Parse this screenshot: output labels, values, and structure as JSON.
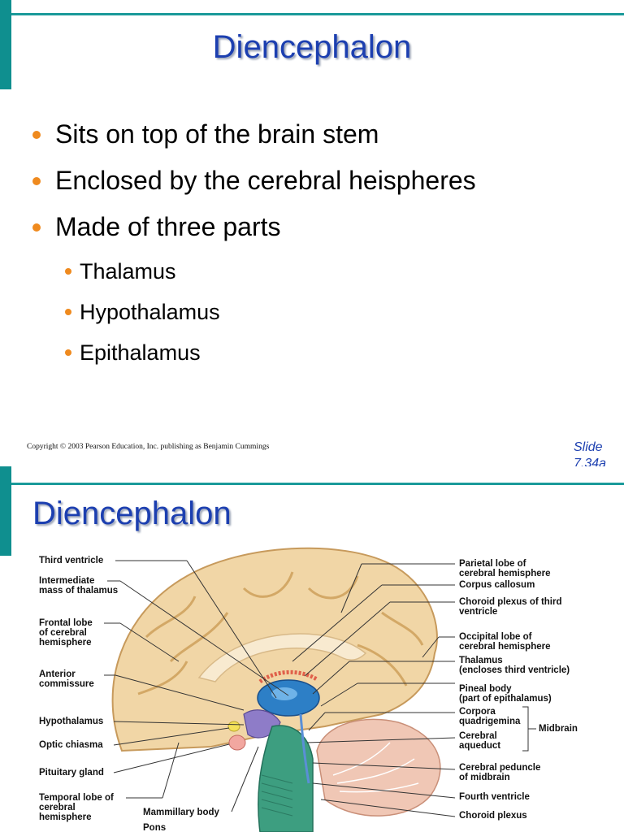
{
  "slide1": {
    "title": "Diencephalon",
    "bullets": [
      "Sits on top of the brain stem",
      "Enclosed by the cerebral heispheres",
      "Made of three parts"
    ],
    "sub_bullets": [
      "Thalamus",
      "Hypothalamus",
      "Epithalamus"
    ],
    "copyright": "Copyright © 2003 Pearson Education, Inc. publishing as Benjamin Cummings",
    "slide_number_line1": "Slide",
    "slide_number_line2": "7.34a"
  },
  "slide2": {
    "title": "Diencephalon",
    "labels_left": {
      "third_ventricle": "Third ventricle",
      "intermediate_mass_1": "Intermediate",
      "intermediate_mass_2": "mass of thalamus",
      "frontal_lobe_1": "Frontal lobe",
      "frontal_lobe_2": "of cerebral",
      "frontal_lobe_3": "hemisphere",
      "anterior_commissure_1": "Anterior",
      "anterior_commissure_2": "commissure",
      "hypothalamus": "Hypothalamus",
      "optic_chiasma": "Optic chiasma",
      "pituitary_gland": "Pituitary gland",
      "temporal_lobe_1": "Temporal lobe of",
      "temporal_lobe_2": "cerebral",
      "temporal_lobe_3": "hemisphere",
      "mammillary_body": "Mammillary body",
      "pons": "Pons"
    },
    "labels_right": {
      "parietal_lobe_1": "Parietal lobe of",
      "parietal_lobe_2": "cerebral hemisphere",
      "corpus_callosum": "Corpus callosum",
      "choroid_plexus_third_1": "Choroid plexus of third",
      "choroid_plexus_third_2": "ventricle",
      "occipital_lobe_1": "Occipital lobe of",
      "occipital_lobe_2": "cerebral hemisphere",
      "thalamus_1": "Thalamus",
      "thalamus_2": "(encloses third ventricle)",
      "pineal_body_1": "Pineal body",
      "pineal_body_2": "(part of epithalamus)",
      "corpora_quadrigemina_1": "Corpora",
      "corpora_quadrigemina_2": "quadrigemina",
      "cerebral_aqueduct_1": "Cerebral",
      "cerebral_aqueduct_2": "aqueduct",
      "midbrain": "Midbrain",
      "cerebral_peduncle_1": "Cerebral peduncle",
      "cerebral_peduncle_2": "of midbrain",
      "fourth_ventricle": "Fourth ventricle",
      "choroid_plexus": "Choroid plexus"
    }
  }
}
